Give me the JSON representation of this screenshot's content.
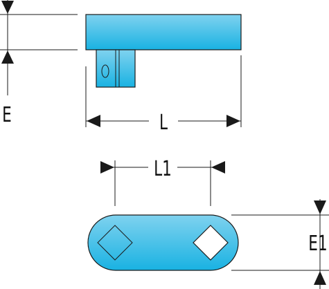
{
  "labels": {
    "E": "E",
    "L": "L",
    "L1": "L1",
    "E1": "E1"
  },
  "colors": {
    "part_fill_top": "#7fd2ef",
    "part_fill_bottom": "#19b2e2",
    "line": "#1a1a1a",
    "background": "#ffffff"
  }
}
